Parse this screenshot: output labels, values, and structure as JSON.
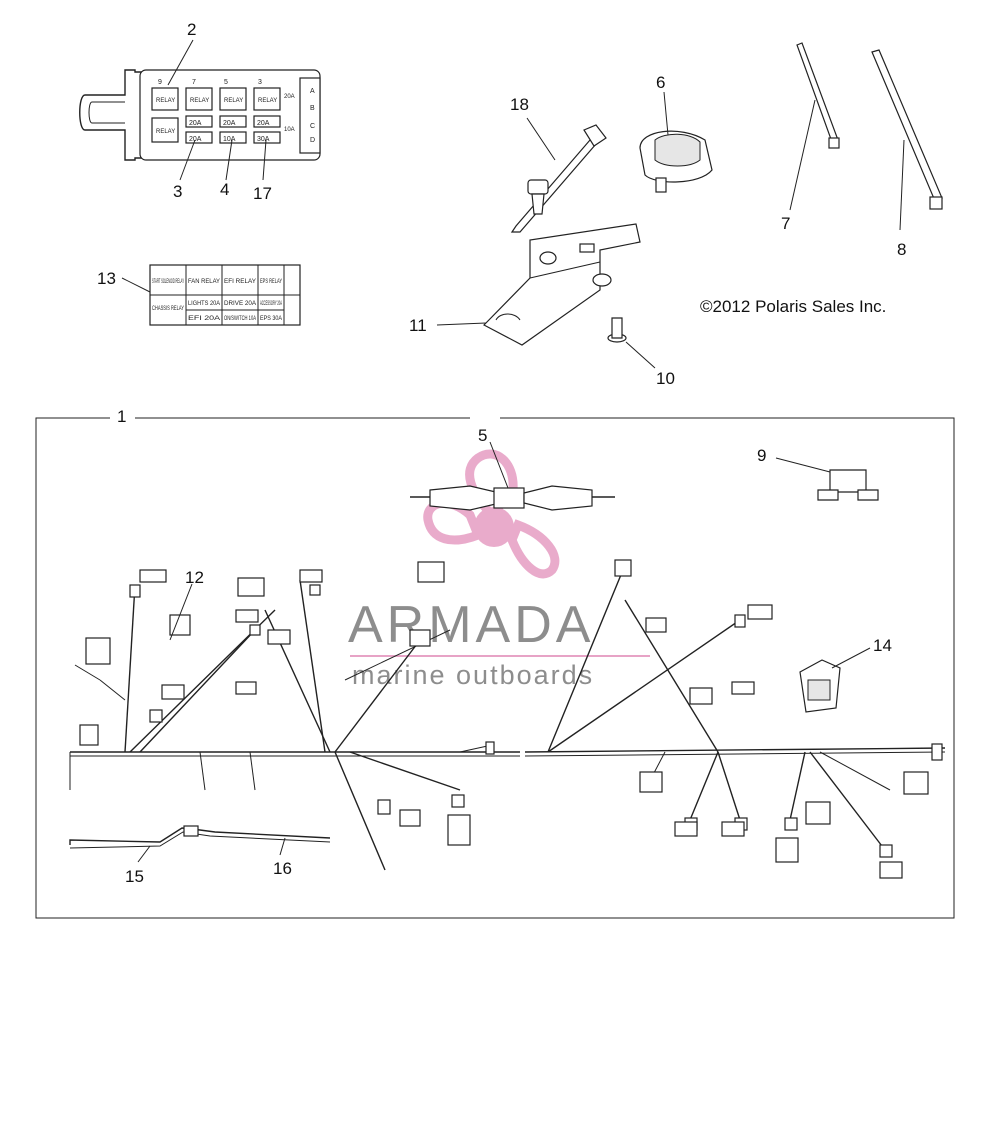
{
  "copyright": "©2012 Polaris Sales Inc.",
  "watermark": {
    "brand": "ARMADA",
    "tagline": "marine outboards",
    "color": "#e7a3c6"
  },
  "callouts": {
    "c1": "1",
    "c2": "2",
    "c3": "3",
    "c4": "4",
    "c5": "5",
    "c6": "6",
    "c7": "7",
    "c8": "8",
    "c9": "9",
    "c10": "10",
    "c11": "11",
    "c12": "12",
    "c13": "13",
    "c14": "14",
    "c15": "15",
    "c16": "16",
    "c17": "17",
    "c18": "18"
  },
  "fuse_box": {
    "positions_top": [
      "9",
      "7",
      "5",
      "3"
    ],
    "relay_label": "RELAY",
    "fuse_ratings": [
      "20A",
      "20A",
      "20A",
      "20A",
      "10A",
      "30A"
    ],
    "side_fuse_a": "20A",
    "side_fuse_b": "10A",
    "side_letters": [
      "A",
      "B",
      "C",
      "D"
    ]
  },
  "decal": {
    "row1": [
      "START SOLENOID RELAY",
      "FAN RELAY",
      "EFI RELAY",
      "EPS RELAY"
    ],
    "row2": [
      "CHASSIS RELAY",
      "LIGHTS 20A",
      "DRIVE 20A",
      "ACCESSORY 20A"
    ],
    "row3": [
      "EFI 20A",
      "ON/SWITCH 10A",
      "EPS 30A"
    ]
  }
}
